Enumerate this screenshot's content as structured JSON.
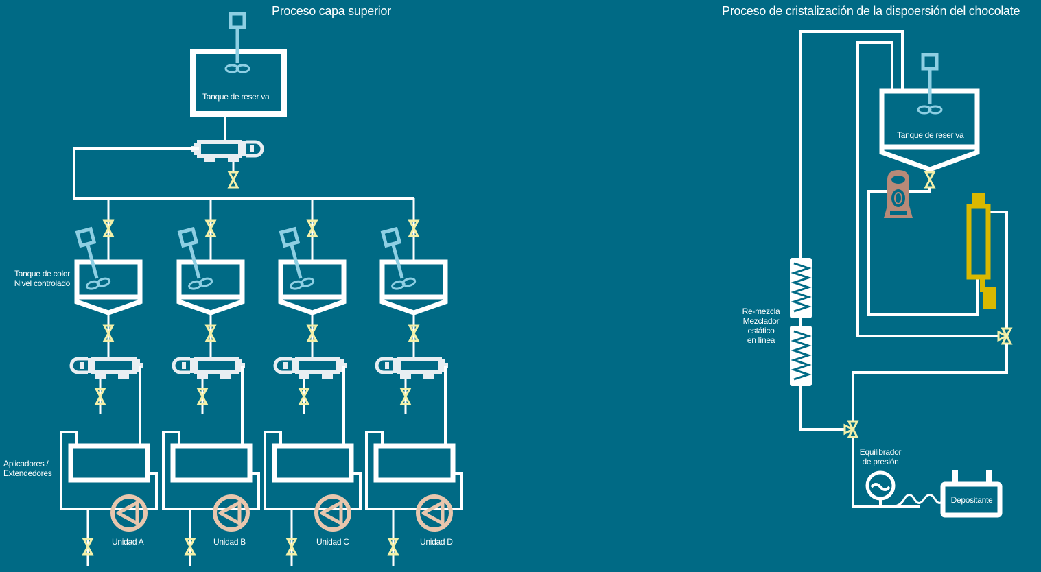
{
  "colors": {
    "background": "#006a85",
    "pipe": "#ffffff",
    "equipment": "#e8eef2",
    "valve": "#f3f0a8",
    "agitator": "#8ecfe3",
    "pump": "#e8c6ad",
    "pump_right": "#b88a78",
    "heat_exchanger": "#d9b800"
  },
  "left": {
    "title": "Proceso capa superior",
    "reservoir_label": "Tanque de reser  va",
    "color_tank_label": [
      "Tanque de color",
      "Nivel controlado"
    ],
    "applicators_label": [
      "Aplicadores /",
      "Extendedores"
    ],
    "units": [
      {
        "label": "Unidad A"
      },
      {
        "label": "Unidad B"
      },
      {
        "label": "Unidad C"
      },
      {
        "label": "Unidad D"
      }
    ]
  },
  "right": {
    "title": "Proceso de cristalización de la dispoersión del chocolate",
    "reservoir_label": "Tanque de reser  va",
    "mixer_label": [
      "Re-mezcla",
      "Mezclador",
      "estático",
      "en línea"
    ],
    "equalizer_label": [
      "Equilibrador",
      "de presión"
    ],
    "depositor_label": "Depositante"
  }
}
